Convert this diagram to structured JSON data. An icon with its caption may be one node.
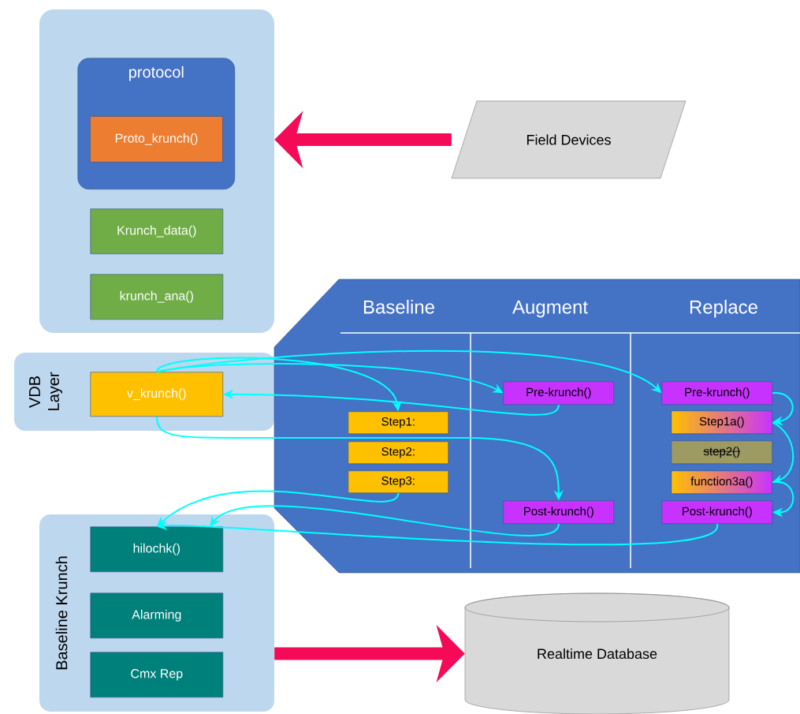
{
  "diagram": {
    "nodes": [
      {
        "text": [],
        "shape": "box"
      },
      {
        "text": [
          "protocol"
        ],
        "in": 0
      },
      {
        "text": [
          "Proto_krunch()"
        ],
        "in": 1
      },
      {
        "text": [
          "Krunch_data()"
        ],
        "in": 0
      },
      {
        "text": [
          "krunch_ana()"
        ],
        "in": 0
      },
      {
        "text": [
          "Field Devices"
        ]
      },
      {
        "text": [
          "VDB Layer"
        ]
      },
      {
        "text": [
          "v_krunch()"
        ],
        "in": 6
      },
      {
        "text": [
          "Baseline",
          "Augment",
          "Replace"
        ]
      },
      {
        "text": [
          "Step1:"
        ],
        "in": 8
      },
      {
        "text": [
          "Step2:"
        ],
        "in": 8
      },
      {
        "text": [
          "Step3:"
        ],
        "in": 8
      },
      {
        "text": [
          "Pre-krunch()"
        ],
        "in": 8
      },
      {
        "text": [
          "Post-krunch()"
        ],
        "in": 8
      },
      {
        "text": [
          "Pre-krunch()"
        ],
        "in": 8
      },
      {
        "text": [
          "Step1a()"
        ],
        "in": 8
      },
      {
        "text": [
          "step2()"
        ],
        "in": 8
      },
      {
        "text": [
          "function3a()"
        ],
        "in": 8
      },
      {
        "text": [
          "Post-krunch()"
        ],
        "in": 8
      },
      {
        "text": [
          "Baseline Krunch"
        ]
      },
      {
        "text": [
          "hilochk()"
        ],
        "in": 19
      },
      {
        "text": [
          "Alarming"
        ],
        "in": 19
      },
      {
        "text": [
          "Cmx Rep"
        ],
        "in": 19
      },
      {
        "text": [
          "Realtime Database"
        ]
      }
    ],
    "edges": [
      {
        "from": 5,
        "to": 0,
        "arrow": "to",
        "style": "thick",
        "color": "#f50a57"
      },
      {
        "from": 7,
        "to": 9,
        "arrow": "to"
      },
      {
        "from": 7,
        "to": 12,
        "arrow": "to"
      },
      {
        "from": 7,
        "to": 14,
        "arrow": "to"
      },
      {
        "from": 12,
        "to": 7,
        "arrow": "to"
      },
      {
        "from": 7,
        "to": 13,
        "arrow": "to"
      },
      {
        "from": 11,
        "to": 20,
        "arrow": "to"
      },
      {
        "from": 13,
        "to": 20,
        "arrow": "to"
      },
      {
        "from": 18,
        "to": 20,
        "arrow": "to"
      },
      {
        "from": 14,
        "to": 15,
        "arrow": "to"
      },
      {
        "from": 15,
        "to": 17,
        "arrow": "to"
      },
      {
        "from": 17,
        "to": 18,
        "arrow": "to"
      },
      {
        "from": 19,
        "to": 23,
        "arrow": "to",
        "style": "thick",
        "color": "#f50a57"
      }
    ]
  }
}
